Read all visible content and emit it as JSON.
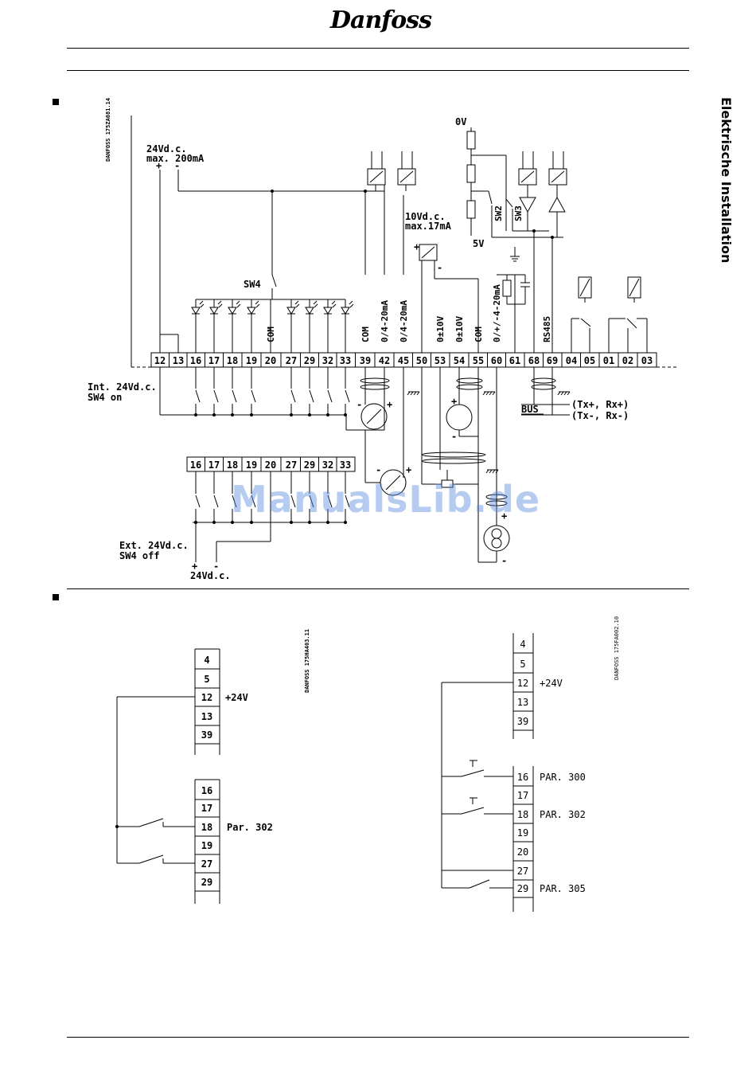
{
  "header": {
    "brand": "Danfoss",
    "side_title": "Elektrische Installation"
  },
  "watermark": "ManualsLib.de",
  "diagram1": {
    "code": "DANFOSS 175ZA081.14",
    "supply_label_1": "24Vd.c.",
    "supply_label_2": "max. 200mA",
    "sw4": "SW4",
    "zero_v": "0V",
    "five_v": "5V",
    "sw2": "SW2",
    "sw3": "SW3",
    "ten_v_1": "10Vd.c.",
    "ten_v_2": "max.17mA",
    "terminals": [
      "12",
      "13",
      "16",
      "17",
      "18",
      "19",
      "20",
      "27",
      "29",
      "32",
      "33",
      "39",
      "42",
      "45",
      "50",
      "53",
      "54",
      "55",
      "60",
      "61",
      "68",
      "69",
      "04",
      "05",
      "01",
      "02",
      "03"
    ],
    "vertical_labels": [
      "COM",
      "COM",
      "0/4-20mA",
      "0/4-20mA",
      "0±10V",
      "0±10V",
      "COM",
      "0/+/-4-20mA",
      "RS485"
    ],
    "int_label_1": "Int. 24Vd.c.",
    "int_label_2": "SW4 on",
    "bus_label": "BUS",
    "tx_plus": "(Tx+, Rx+)",
    "tx_minus": "(Tx-, Rx-)",
    "ext_terminals": [
      "16",
      "17",
      "18",
      "19",
      "20",
      "27",
      "29",
      "32",
      "33"
    ],
    "ext_label_1": "Ext. 24Vd.c.",
    "ext_label_2": "SW4 off",
    "ext_supply": "24Vd.c."
  },
  "diagram2": {
    "code": "DANFOSS 175HA403.11",
    "top_terminals": [
      "4",
      "5",
      "12",
      "13",
      "39"
    ],
    "bottom_terminals": [
      "16",
      "17",
      "18",
      "19",
      "27",
      "29"
    ],
    "plus24": "+24V",
    "par": "Par. 302"
  },
  "diagram3": {
    "code": "DANFOSS 175FA002.10",
    "terminals": [
      "4",
      "5",
      "12",
      "13",
      "39",
      "16",
      "17",
      "18",
      "19",
      "20",
      "27",
      "29"
    ],
    "plus24": "+24V",
    "par300": "PAR. 300",
    "par302": "PAR. 302",
    "par305": "PAR. 305"
  }
}
